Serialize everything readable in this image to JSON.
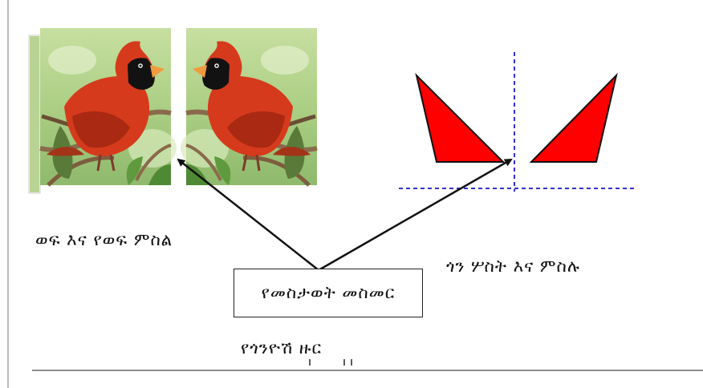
{
  "labels": {
    "object_and_image": "ወፍ እና የወፍ ምስል",
    "shape_and_image": "ጎን ሦስት እና ምስሉ",
    "mirror_line": "የመስታወት መስመር",
    "symmetry_axis": "የጎንዮሽ ዙር"
  },
  "colors": {
    "triangle_fill": "#ff0000",
    "axis_line": "#3333cc",
    "cardinal_body": "#d63a1c",
    "foliage": "#9cc275"
  }
}
